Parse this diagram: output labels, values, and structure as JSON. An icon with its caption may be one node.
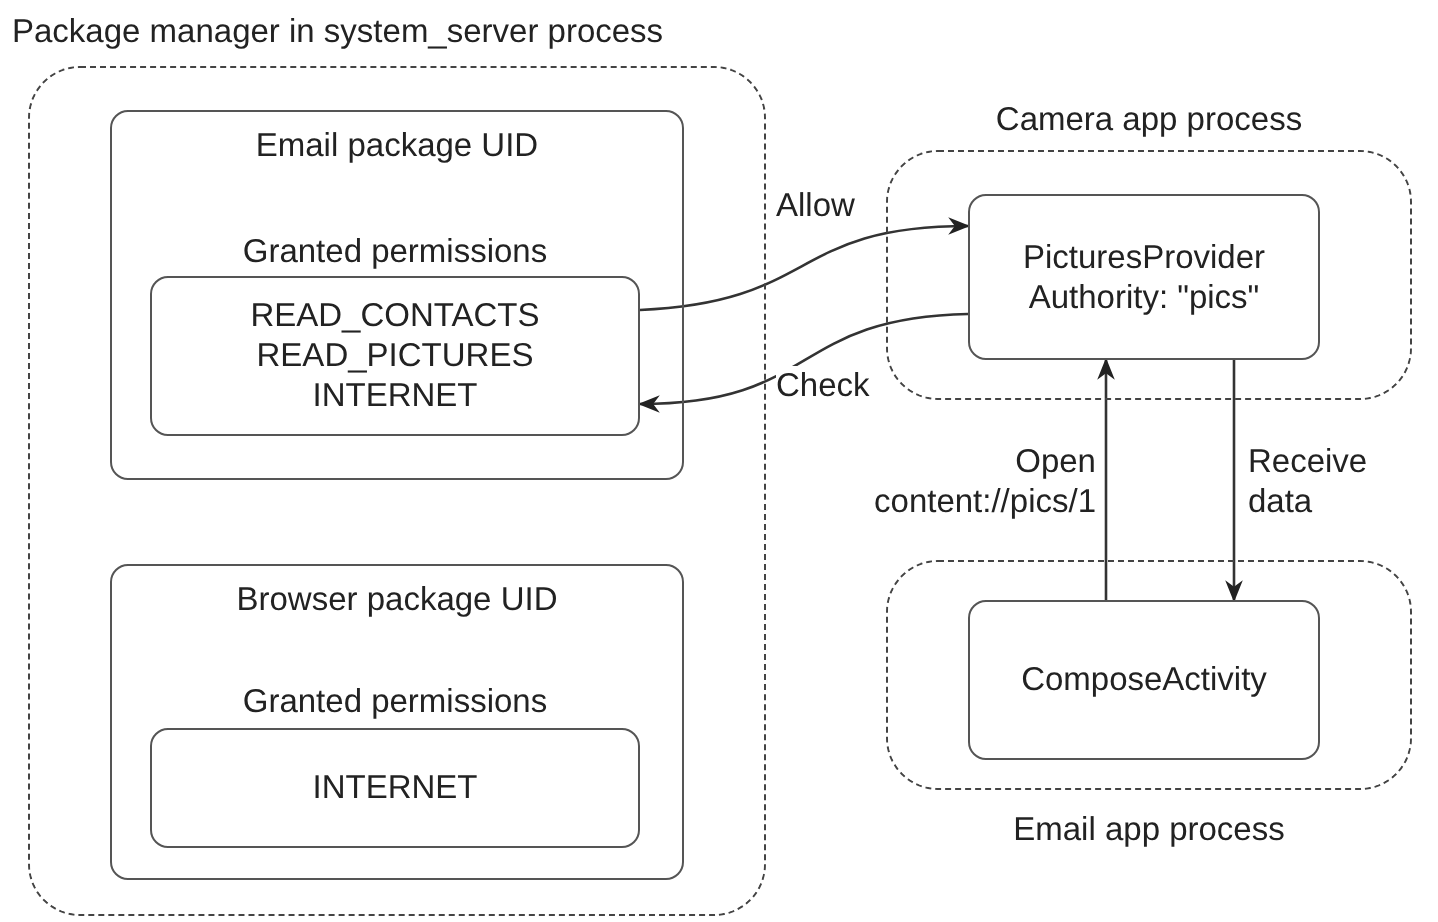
{
  "diagram": {
    "nodes": [
      {
        "text": [
          "Package manager in system_server process"
        ]
      },
      {
        "text": [
          "Email package UID"
        ],
        "in": 0
      },
      {
        "text": [
          "Granted permissions",
          "READ_CONTACTS READ_PICTURES INTERNET"
        ],
        "in": 1
      },
      {
        "text": [
          "Browser package UID"
        ],
        "in": 0
      },
      {
        "text": [
          "Granted permissions",
          "INTERNET"
        ],
        "in": 3
      },
      {
        "text": [
          "Camera app process"
        ]
      },
      {
        "text": [
          "PicturesProvider Authority: \"pics\""
        ],
        "in": 5
      },
      {
        "text": [
          "Email app process"
        ]
      },
      {
        "text": [
          "ComposeActivity"
        ],
        "in": 7
      }
    ],
    "edges": [
      {
        "from": 2,
        "to": 6,
        "arrow": "to",
        "label": "Allow"
      },
      {
        "from": 6,
        "to": 2,
        "arrow": "to",
        "label": "Check"
      },
      {
        "from": 8,
        "to": 6,
        "arrow": "to",
        "label": "Open content://pics/1"
      },
      {
        "from": 6,
        "to": 8,
        "arrow": "to",
        "label": "Receive data"
      }
    ]
  }
}
